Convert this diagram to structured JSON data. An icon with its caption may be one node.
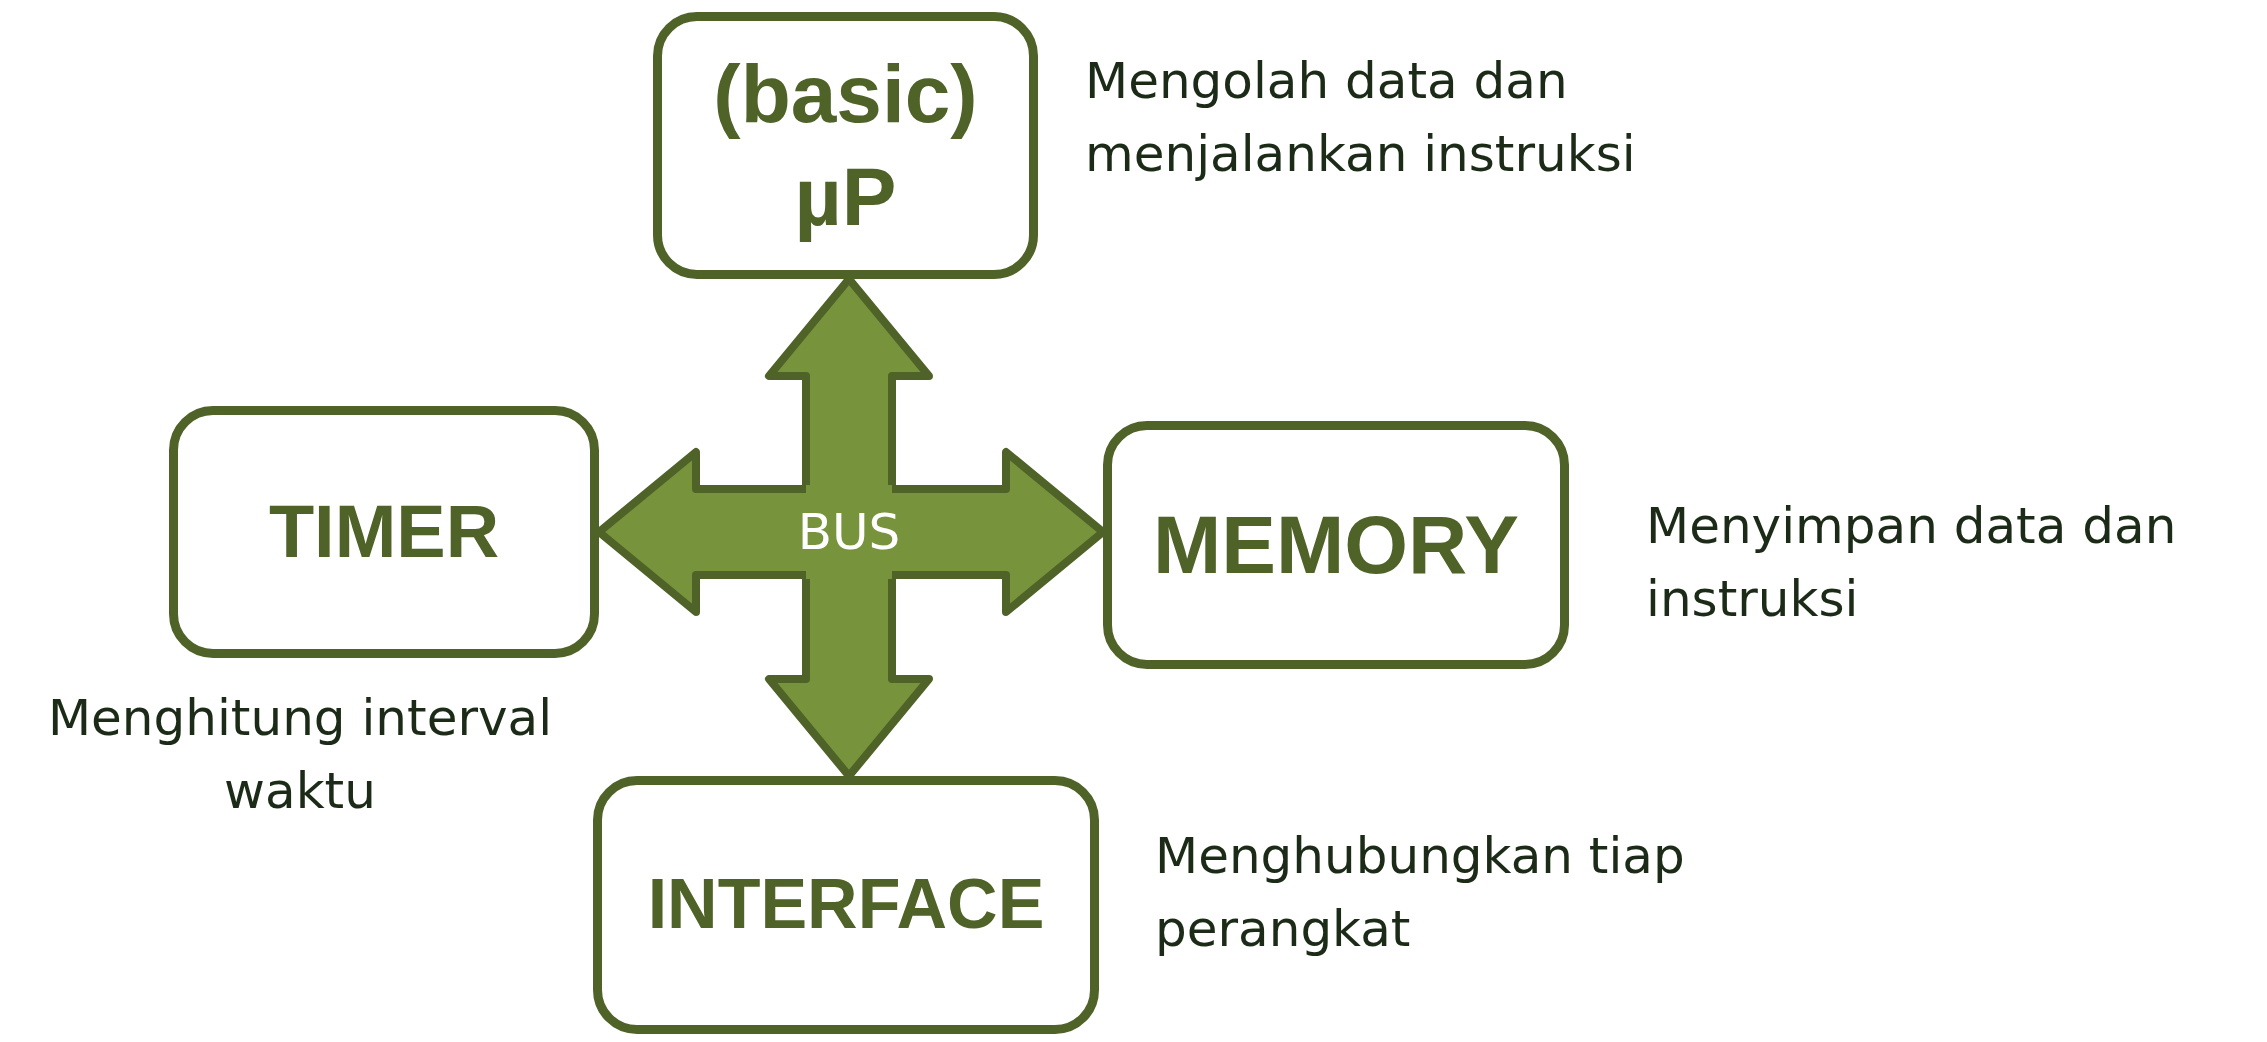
{
  "diagram": {
    "nodes": [
      {
        "text": [
          "(basic) µP"
        ],
        "beside": [
          "Mengolah data dan menjalankan instruksi"
        ]
      },
      {
        "text": [
          "TIMER"
        ],
        "beside": [
          "Menghitung interval waktu"
        ]
      },
      {
        "text": [
          "BUS"
        ]
      },
      {
        "text": [
          "MEMORY"
        ],
        "beside": [
          "Menyimpan data dan instruksi"
        ]
      },
      {
        "text": [
          "INTERFACE"
        ],
        "beside": [
          "Menghubungkan tiap perangkat"
        ]
      }
    ],
    "edges": [
      {
        "from": 2,
        "to": 0,
        "arrow": "to"
      },
      {
        "from": 2,
        "to": 1,
        "arrow": "to"
      },
      {
        "from": 2,
        "to": 3,
        "arrow": "to"
      },
      {
        "from": 2,
        "to": 4,
        "arrow": "to"
      }
    ]
  }
}
